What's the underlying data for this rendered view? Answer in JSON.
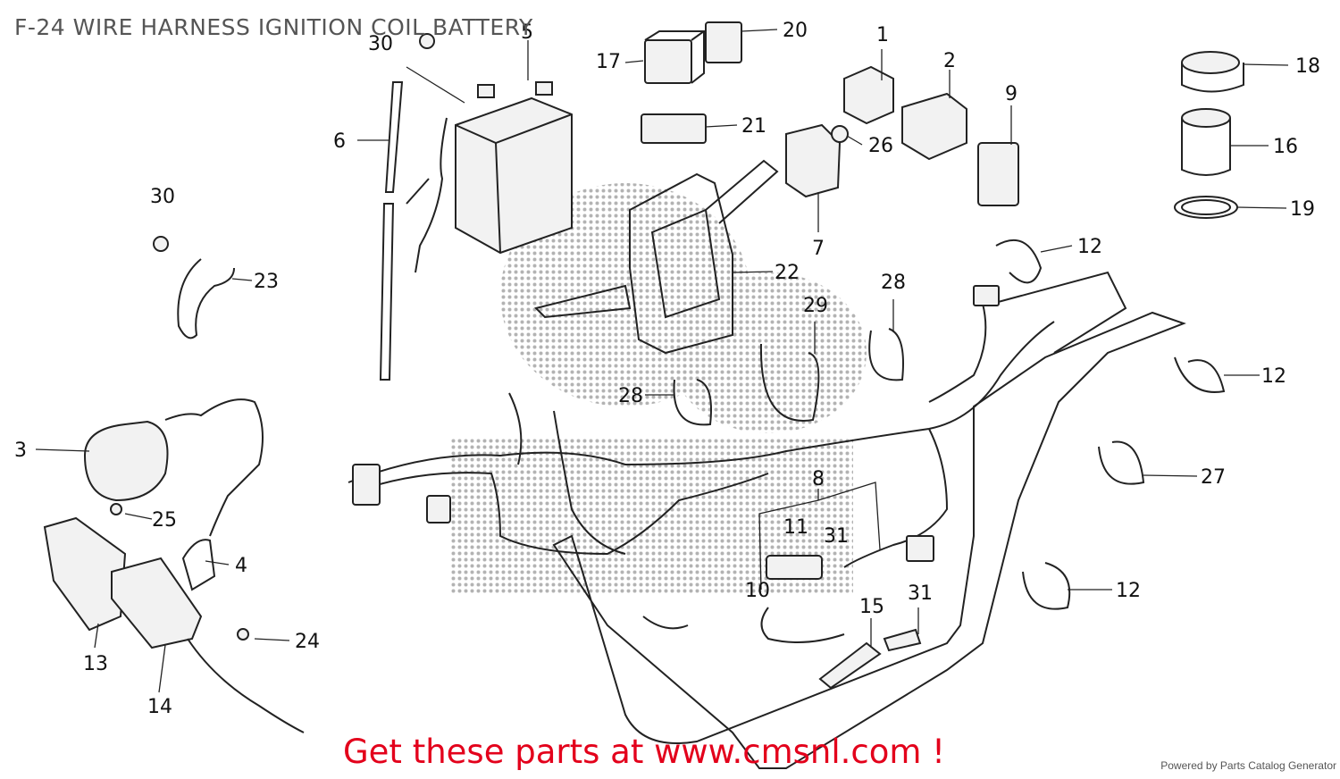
{
  "diagram": {
    "title": "F-24 WIRE HARNESS IGNITION COIL BATTERY",
    "promo": "Get these parts at www.cmsnl.com !",
    "credit": "Powered by Parts Catalog Generator",
    "callouts": [
      {
        "id": "c30a",
        "label": "30"
      },
      {
        "id": "c5",
        "label": "5"
      },
      {
        "id": "c17",
        "label": "17"
      },
      {
        "id": "c20",
        "label": "20"
      },
      {
        "id": "c1",
        "label": "1"
      },
      {
        "id": "c2",
        "label": "2"
      },
      {
        "id": "c9",
        "label": "9"
      },
      {
        "id": "c18",
        "label": "18"
      },
      {
        "id": "c16",
        "label": "16"
      },
      {
        "id": "c19",
        "label": "19"
      },
      {
        "id": "c6",
        "label": "6"
      },
      {
        "id": "c21",
        "label": "21"
      },
      {
        "id": "c26",
        "label": "26"
      },
      {
        "id": "c7",
        "label": "7"
      },
      {
        "id": "c22",
        "label": "22"
      },
      {
        "id": "c30b",
        "label": "30"
      },
      {
        "id": "c23",
        "label": "23"
      },
      {
        "id": "c12a",
        "label": "12"
      },
      {
        "id": "c28a",
        "label": "28"
      },
      {
        "id": "c29",
        "label": "29"
      },
      {
        "id": "c12b",
        "label": "12"
      },
      {
        "id": "c28b",
        "label": "28"
      },
      {
        "id": "c3",
        "label": "3"
      },
      {
        "id": "c27",
        "label": "27"
      },
      {
        "id": "c8",
        "label": "8"
      },
      {
        "id": "c11",
        "label": "11"
      },
      {
        "id": "c31a",
        "label": "31"
      },
      {
        "id": "c25",
        "label": "25"
      },
      {
        "id": "c4",
        "label": "4"
      },
      {
        "id": "c12c",
        "label": "12"
      },
      {
        "id": "c10",
        "label": "10"
      },
      {
        "id": "c31b",
        "label": "31"
      },
      {
        "id": "c15",
        "label": "15"
      },
      {
        "id": "c24",
        "label": "24"
      },
      {
        "id": "c13",
        "label": "13"
      },
      {
        "id": "c14",
        "label": "14"
      }
    ]
  },
  "colors": {
    "title": "#555555",
    "promo": "#e3001b",
    "ink": "#222222",
    "watermark": "#9a9a9a"
  }
}
